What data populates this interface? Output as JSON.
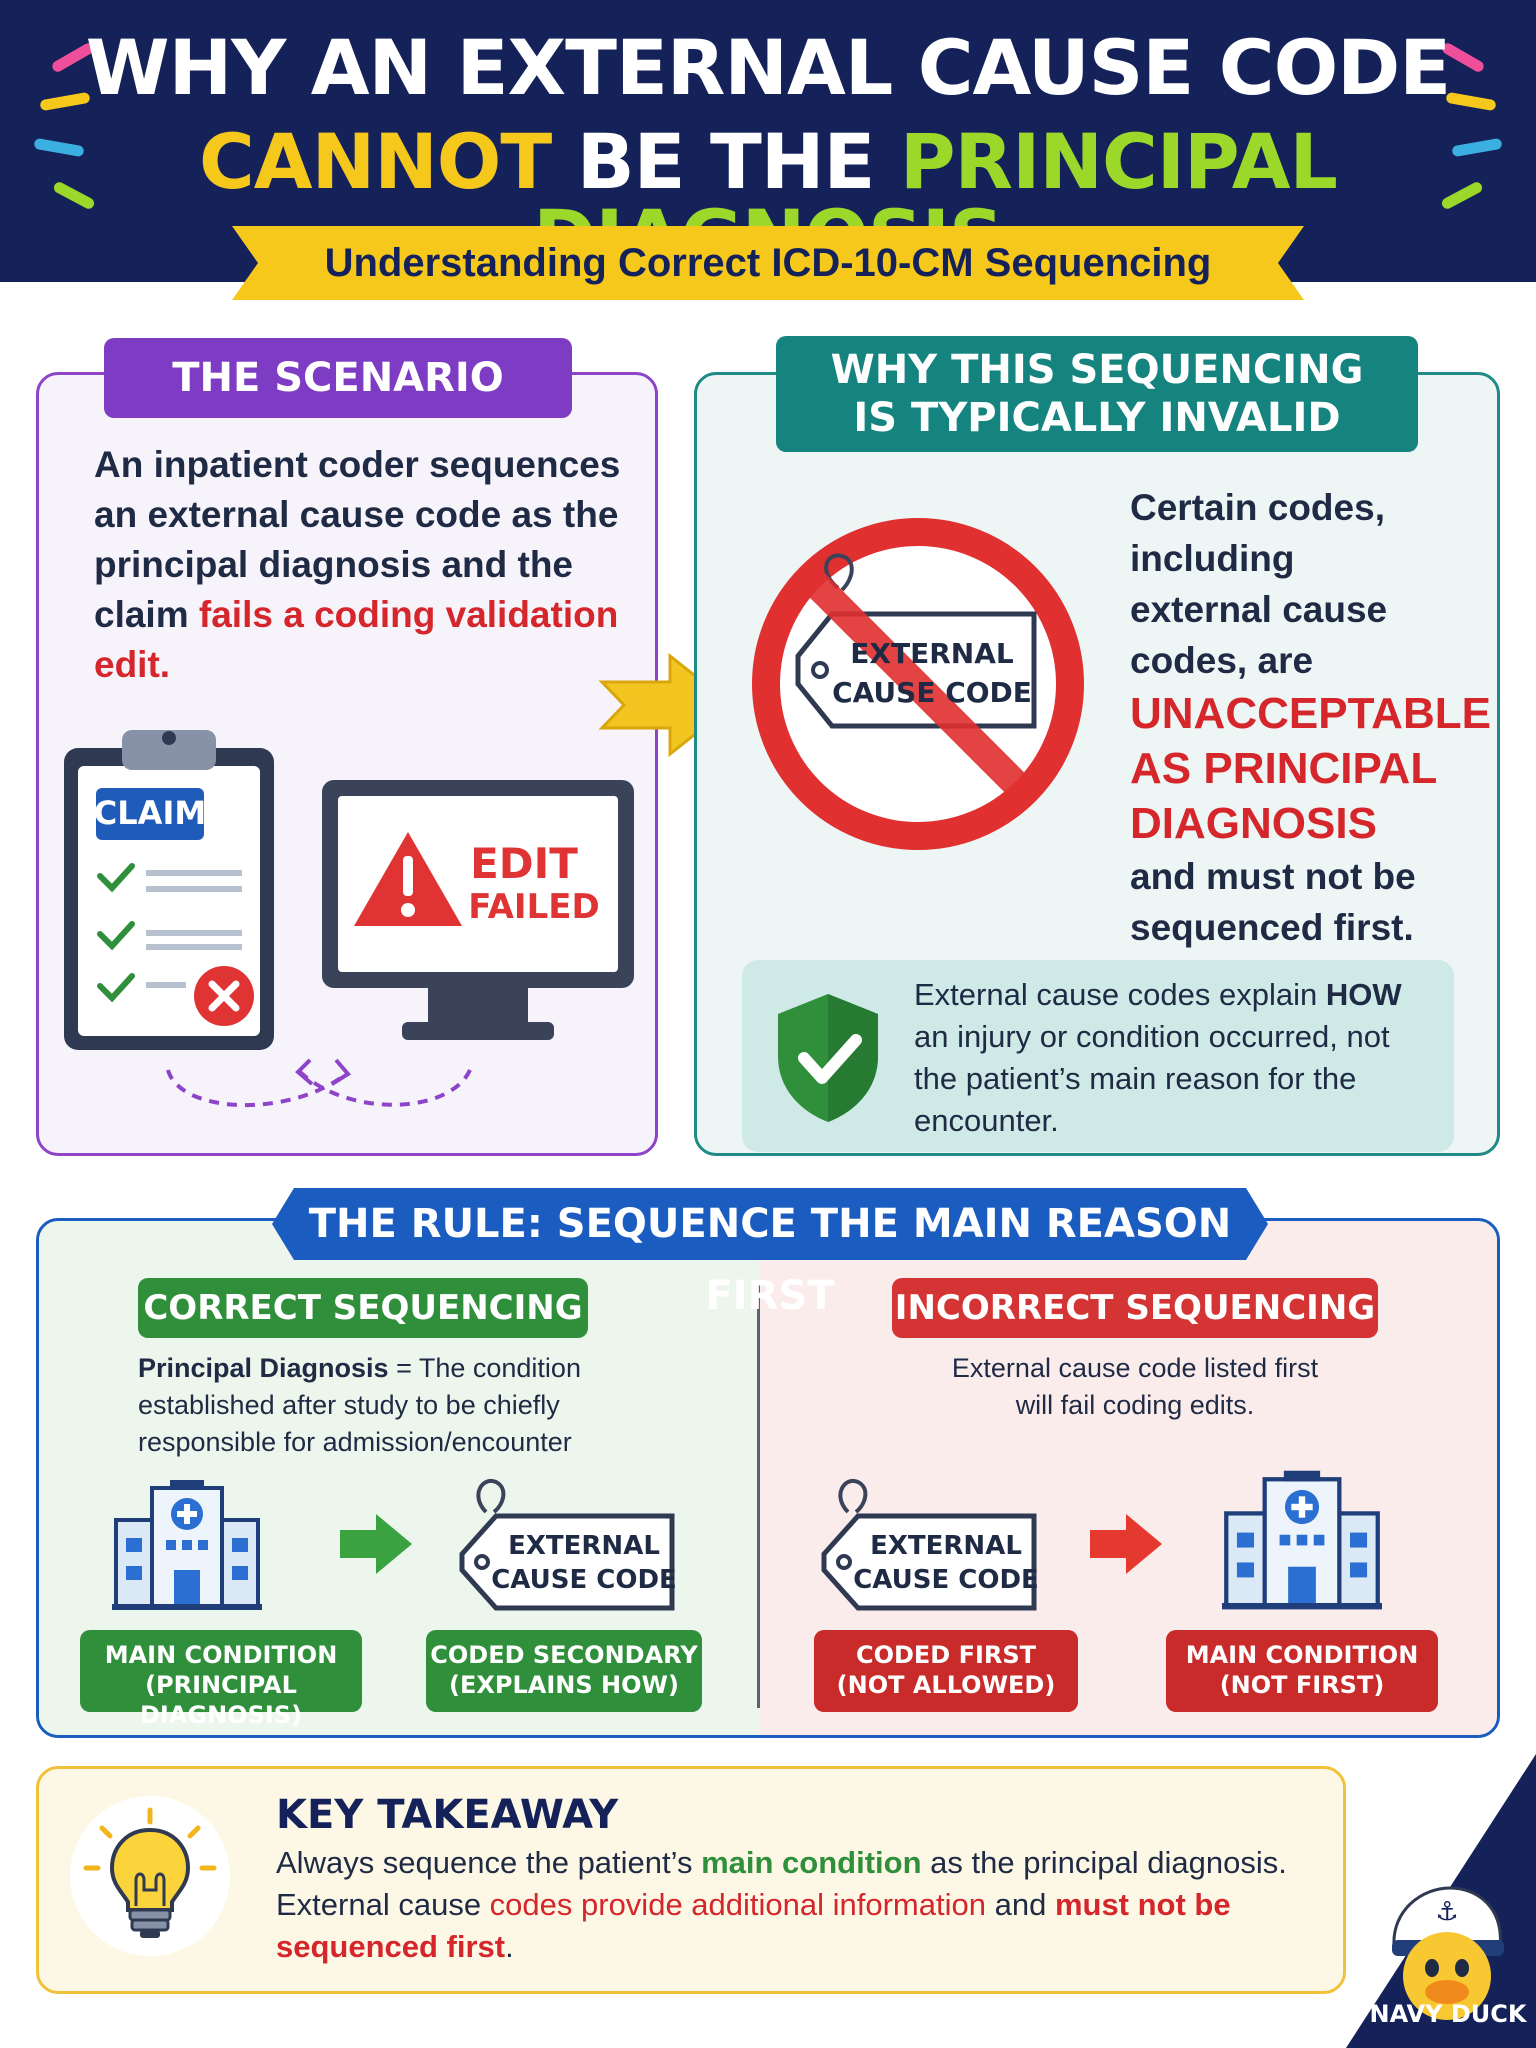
{
  "header": {
    "title_line1": "WHY AN EXTERNAL CAUSE CODE",
    "title_line2_part1": "CANNOT",
    "title_line2_part2": " BE THE ",
    "title_line2_part3": "PRINCIPAL DIAGNOSIS",
    "subtitle": "Understanding Correct ICD-10-CM Sequencing"
  },
  "scenario": {
    "tab": "THE SCENARIO",
    "text_part1": "An inpatient coder sequences an external cause code as the principal diagnosis and the claim ",
    "text_highlight": "fails a coding validation edit.",
    "claim_label": "CLAIM",
    "edit_failed_line1": "EDIT",
    "edit_failed_line2": "FAILED"
  },
  "why": {
    "tab_line1": "WHY THIS SEQUENCING",
    "tab_line2": "IS TYPICALLY INVALID",
    "tag_line1": "EXTERNAL",
    "tag_line2": "CAUSE CODE",
    "text_line1": "Certain codes,",
    "text_line2": "including",
    "text_line3": "external cause",
    "text_line4": "codes, are",
    "highlight_line1": "UNACCEPTABLE",
    "highlight_line2": "AS PRINCIPAL",
    "highlight_line3": "DIAGNOSIS",
    "text_line5": "and must not be",
    "text_line6": "sequenced first.",
    "info_part1": "External cause codes explain ",
    "info_bold": "HOW",
    "info_part2": " an injury or condition occurred, not the patient’s main reason for the encounter."
  },
  "rule": {
    "tab": "THE RULE: SEQUENCE THE MAIN REASON FIRST",
    "correct": {
      "tab": "CORRECT SEQUENCING",
      "desc_bold": "Principal Diagnosis",
      "desc_rest": " = The condition established after study to be chiefly responsible for admission/encounter",
      "tag_line1": "EXTERNAL",
      "tag_line2": "CAUSE CODE",
      "label1_line1": "MAIN CONDITION",
      "label1_line2": "(PRINCIPAL DIAGNOSIS)",
      "label2_line1": "CODED SECONDARY",
      "label2_line2": "(EXPLAINS HOW)"
    },
    "incorrect": {
      "tab": "INCORRECT SEQUENCING",
      "desc_line1": "External cause code listed first",
      "desc_line2": "will fail coding edits.",
      "tag_line1": "EXTERNAL",
      "tag_line2": "CAUSE CODE",
      "label1_line1": "CODED FIRST",
      "label1_line2": "(NOT ALLOWED)",
      "label2_line1": "MAIN CONDITION",
      "label2_line2": "(NOT FIRST)"
    }
  },
  "takeaway": {
    "title": "KEY TAKEAWAY",
    "part1": "Always sequence the patient’s ",
    "green": "main condition",
    "part2": " as the principal diagnosis. External cause ",
    "red": "codes provide additional information",
    "part3": " and ",
    "red_bold": "must not be sequenced first",
    "part4": "."
  },
  "brand": {
    "name": "NAVY DUCK"
  },
  "colors": {
    "navy": "#15225a",
    "yellow": "#f6c81c",
    "green": "#2f8f3a",
    "red": "#d4262b",
    "purple": "#7e3bc4",
    "teal": "#15847f",
    "blue": "#1a5cc0"
  }
}
